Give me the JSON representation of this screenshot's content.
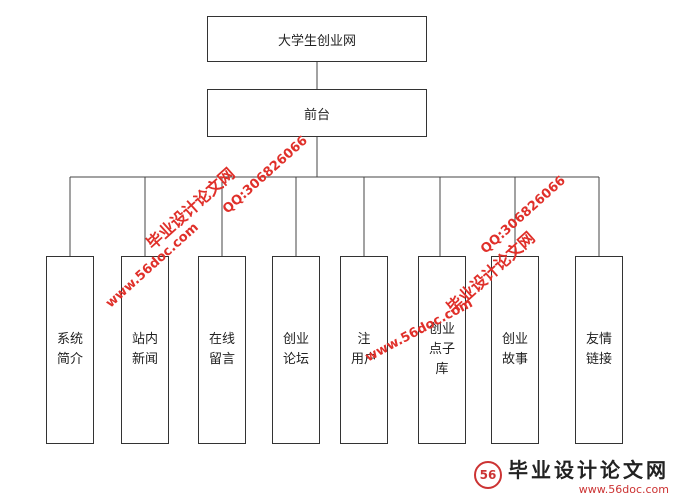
{
  "diagram": {
    "root": "大学生创业网",
    "level2": "前台",
    "leaves": [
      {
        "line1": "系统",
        "line2": "简介",
        "line3": ""
      },
      {
        "line1": "站内",
        "line2": "新闻",
        "line3": ""
      },
      {
        "line1": "在线",
        "line2": "留言",
        "line3": ""
      },
      {
        "line1": "创业",
        "line2": "论坛",
        "line3": ""
      },
      {
        "line1": "注",
        "line2": "用户",
        "line3": ""
      },
      {
        "line1": "创业",
        "line2": "点子",
        "line3": "库"
      },
      {
        "line1": "创业",
        "line2": "故事",
        "line3": ""
      },
      {
        "line1": "友情",
        "line2": "链接",
        "line3": ""
      }
    ]
  },
  "watermark": {
    "site_name": "毕业设计论文网",
    "url": "www.56doc.com",
    "qq": "QQ:306826066"
  },
  "footer": {
    "title": "毕业设计论文网",
    "url": "www.56doc.com",
    "logo_text": "56"
  }
}
